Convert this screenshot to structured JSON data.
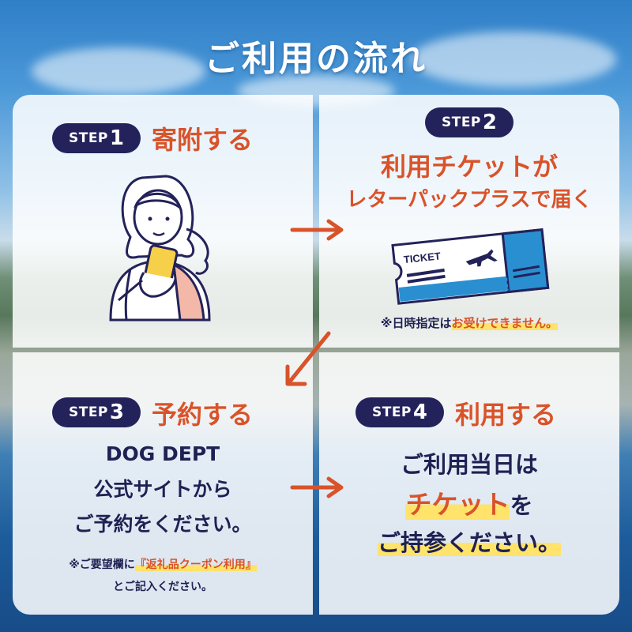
{
  "title": "ご利用の流れ",
  "step_word": "STEP",
  "steps": [
    {
      "number": "1",
      "heading": "寄附する"
    },
    {
      "number": "2",
      "heading_line1": "利用チケットが",
      "heading_line2": "レターパックプラスで届く",
      "ticket_label": "TICKET",
      "note_prefix": "※日時指定は",
      "note_highlight": "お受けできません。"
    },
    {
      "number": "3",
      "heading": "予約する",
      "body_line1": "DOG DEPT",
      "body_line2": "公式サイトから",
      "body_line3": "ご予約をください。",
      "note_prefix": "※ご要望欄に",
      "note_highlight": "『返礼品クーポン利用』",
      "note_line2": "とご記入ください。"
    },
    {
      "number": "4",
      "heading": "利用する",
      "body_line1": "ご利用当日は",
      "body_line2_highlight": "チケット",
      "body_line2_suffix": "を",
      "body_line3": "ご持参ください。"
    }
  ],
  "colors": {
    "navy": "#23225a",
    "orange": "#d9532a",
    "highlight": "#ffe36a",
    "ticket_blue": "#2a8fd0",
    "phone_yellow": "#f7d04a",
    "shirt_pink": "#f3b8a8"
  }
}
